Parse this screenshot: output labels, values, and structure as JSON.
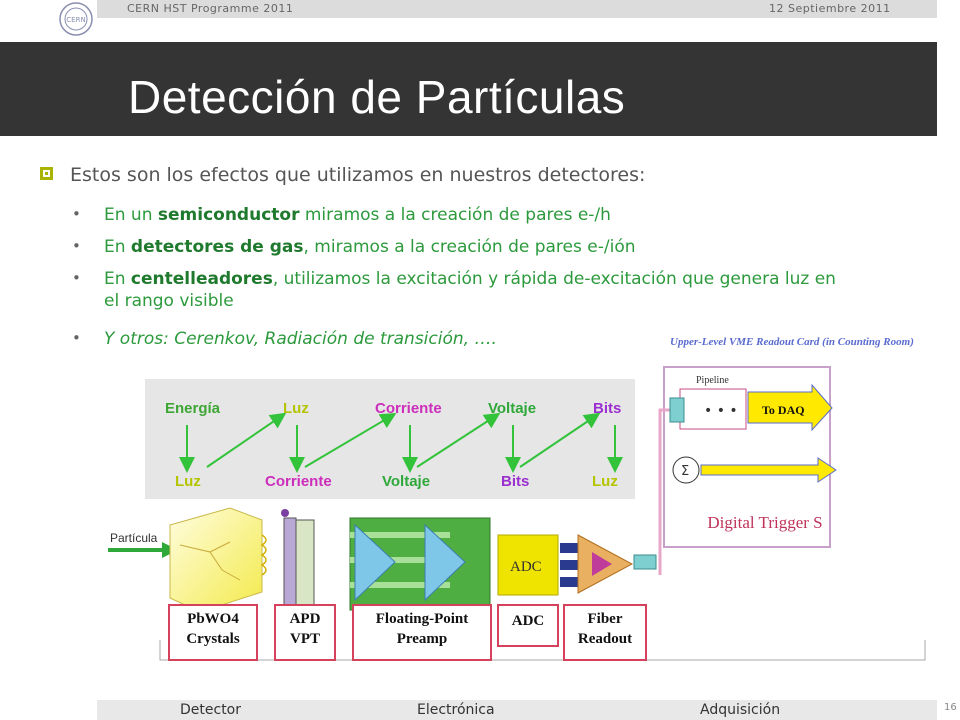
{
  "header": {
    "programme": "CERN HST Programme 2011",
    "date": "12 Septiembre 2011",
    "logo_text": "CERN"
  },
  "title": "Detección de Partículas",
  "intro": "Estos son los efectos que utilizamos en nuestros detectores:",
  "bullets": [
    {
      "pre": "En un ",
      "bold": "semiconductor",
      "post": " miramos a la creación de pares e-/h"
    },
    {
      "pre": "En ",
      "bold": "detectores de gas",
      "post": ", miramos a la creación de pares e-/ión"
    },
    {
      "pre": "En ",
      "bold": "centelleadores",
      "post": ", utilizamos la excitación y rápida de-excitación que genera luz en el rango visible"
    },
    {
      "pre": "Y otros: Cerenkov, Radiación de transición, ….",
      "bold": "",
      "post": ""
    }
  ],
  "flow": {
    "top": [
      "Energía",
      "Luz",
      "Corriente",
      "Voltaje",
      "Bits"
    ],
    "bottom": [
      "Luz",
      "Corriente",
      "Voltaje",
      "Bits",
      "Luz"
    ],
    "colors": {
      "Energía": "#3fa535",
      "Luz": "#b5c400",
      "Corriente": "#cc2fbb",
      "Voltaje": "#2fa83a",
      "Bits": "#9b2fcf"
    }
  },
  "diagram": {
    "particle_label": "Partícula",
    "adc_text": "ADC",
    "vme_title": "Upper-Level VME Readout Card (in Counting Room)",
    "pipeline": "Pipeline",
    "to_daq": "To DAQ",
    "sigma": "Σ",
    "trigger": "Digital Trigger S",
    "labels": [
      {
        "line1": "PbWO4",
        "line2": "Crystals"
      },
      {
        "line1": "APD",
        "line2": "VPT"
      },
      {
        "line1": "Floating-Point",
        "line2": "Preamp"
      },
      {
        "line1": "ADC",
        "line2": ""
      },
      {
        "line1": "Fiber",
        "line2": "Readout"
      }
    ]
  },
  "footer": {
    "sections": [
      "Detector",
      "Electrónica",
      "Adquisición"
    ],
    "page_number": "16"
  }
}
